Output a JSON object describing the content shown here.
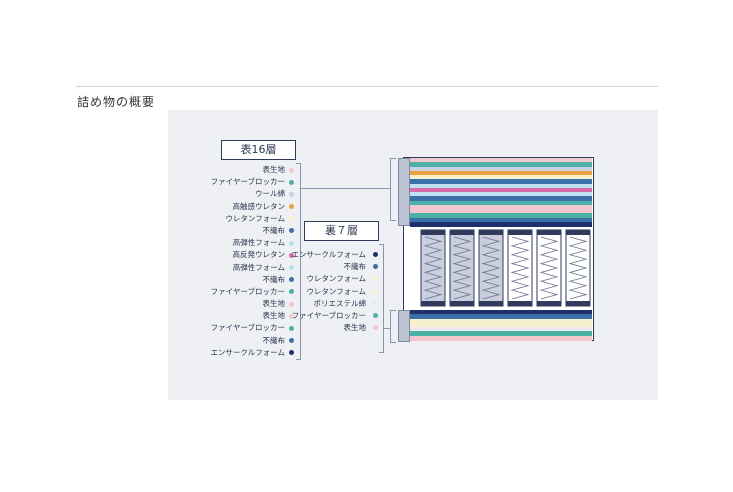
{
  "section": {
    "title": "詰め物の概要"
  },
  "top_group": {
    "label": "表16層",
    "layers": [
      {
        "name": "表生地",
        "color": "#f0c7cf"
      },
      {
        "name": "ファイヤーブロッカー",
        "color": "#4bb0a6"
      },
      {
        "name": "ウール綿",
        "color": "#c8d0e4"
      },
      {
        "name": "高触感ウレタン",
        "color": "#e8a040"
      },
      {
        "name": "ウレタンフォーム",
        "color": "#f6f0cc"
      },
      {
        "name": "不織布",
        "color": "#3a6fa8"
      },
      {
        "name": "高弾性フォーム",
        "color": "#bfe0f2"
      },
      {
        "name": "高反発ウレタン",
        "color": "#d86aa8"
      },
      {
        "name": "高弾性フォーム",
        "color": "#bfe0f2"
      },
      {
        "name": "不織布",
        "color": "#3a6fa8"
      },
      {
        "name": "ファイヤーブロッカー",
        "color": "#4bb0a6"
      },
      {
        "name": "表生地",
        "color": "#f0c7cf"
      },
      {
        "name": "表生地",
        "color": "#f0c7cf"
      },
      {
        "name": "ファイヤーブロッカー",
        "color": "#4bb0a6"
      },
      {
        "name": "不織布",
        "color": "#3a6fa8"
      },
      {
        "name": "エンサークルフォーム",
        "color": "#1e2f6e"
      }
    ]
  },
  "bottom_group": {
    "label": "裏７層",
    "layers": [
      {
        "name": "エンサークルフォーム",
        "color": "#1e2f6e"
      },
      {
        "name": "不織布",
        "color": "#3a6fa8"
      },
      {
        "name": "ウレタンフォーム",
        "color": "#f6f0cc"
      },
      {
        "name": "ウレタンフォーム",
        "color": "#f6f0cc"
      },
      {
        "name": "ポリエステル綿",
        "color": "#e8e8ee"
      },
      {
        "name": "ファイヤーブロッカー",
        "color": "#4bb0a6"
      },
      {
        "name": "表生地",
        "color": "#f0c7cf"
      }
    ]
  },
  "colors": {
    "panel_bg": "#eef0f4",
    "frame": "#2f3a5c",
    "coil_gray": "#c9cfdc",
    "coil_white": "#ffffff"
  }
}
